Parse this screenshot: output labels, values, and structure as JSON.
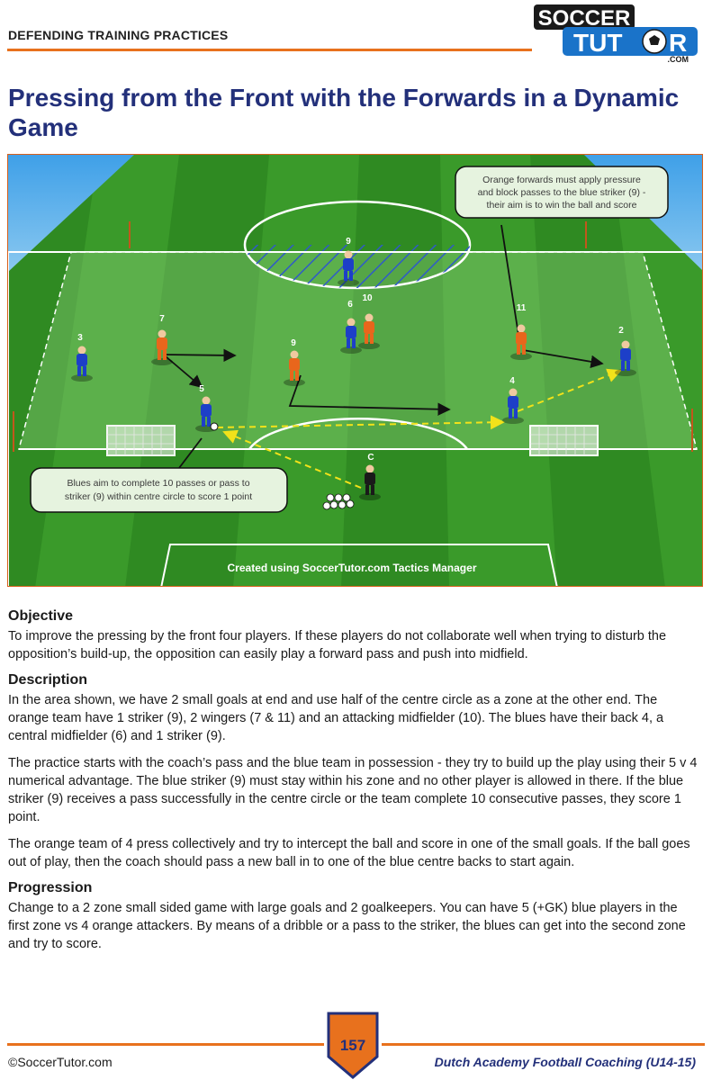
{
  "header": {
    "section": "DEFENDING TRAINING PRACTICES",
    "logo_line1": "SOCCER",
    "logo_line2": "TUT",
    "logo_line2_end": "R",
    "logo_dotcom": ".COM"
  },
  "title": "Pressing from the Front with the Forwards in a Dynamic Game",
  "diagram": {
    "callout_top": [
      "Orange forwards must apply pressure",
      "and block passes to the blue striker (9) -",
      "their aim is to win the ball and score"
    ],
    "callout_bottom": [
      "Blues aim to complete 10 passes or pass to",
      "striker (9) within centre circle to score 1 point"
    ],
    "credit": "Created using SoccerTutor.com Tactics Manager",
    "labels": {
      "blue_striker": "9",
      "orange_am": "10",
      "blue_cm": "6",
      "orange_w7": "7",
      "orange_w11": "11",
      "orange_st": "9",
      "blue_3": "3",
      "blue_2": "2",
      "blue_5": "5",
      "blue_4": "4",
      "coach": "C"
    },
    "colors": {
      "blue_team": "#1d3fc8",
      "orange_team": "#e8661c",
      "pass": "#f2e21a",
      "callout_fill": "#e6f3df"
    }
  },
  "objective": {
    "heading": "Objective",
    "text": "To improve the pressing by the front four players. If these players do not collaborate well when trying to disturb the opposition’s build-up, the opposition can easily play a forward pass and push into midfield."
  },
  "description": {
    "heading": "Description",
    "paragraphs": [
      "In the area shown, we have 2 small goals at end and use half of the centre circle as a zone at the other end. The orange team have 1 striker (9), 2 wingers (7 & 11) and an attacking midfielder (10). The blues have their back 4, a central midfielder (6) and 1 striker (9).",
      "The practice starts with the coach’s pass and the blue team in possession - they try to build up the play using their 5 v 4 numerical advantage. The blue striker (9) must stay within his zone and no other player is allowed in there. If the blue striker (9) receives a pass successfully in the centre circle or the team complete 10 consecutive passes, they score 1 point.",
      "The orange team of 4 press collectively and try to intercept the ball and score in one of the small goals. If the ball goes out of play, then the coach should pass a new ball in to one of the blue centre backs to start again."
    ]
  },
  "progression": {
    "heading": "Progression",
    "text": "Change to a 2 zone small sided game with large goals and 2 goalkeepers. You can have 5 (+GK) blue players in the first zone vs 4 orange attackers. By means of a dribble or a pass to the striker, the blues can get into the second zone and try to score."
  },
  "footer": {
    "left": "©SoccerTutor.com",
    "page_number": "157",
    "right": "Dutch Academy Football Coaching (U14-15)"
  }
}
